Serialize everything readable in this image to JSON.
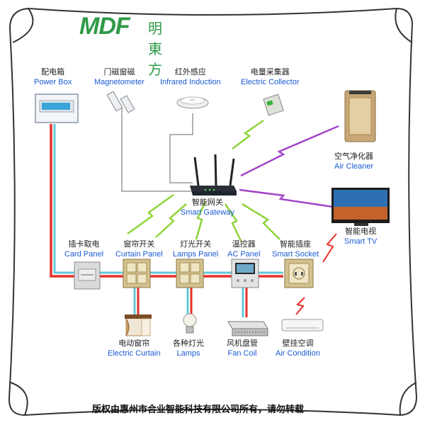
{
  "brand": {
    "logo_text": "MDF",
    "name_cn": "明東方"
  },
  "devices_top": [
    {
      "zh": "配电箱",
      "en": "Power Box"
    },
    {
      "zh": "门磁窗磁",
      "en": "Magnetometer"
    },
    {
      "zh": "红外感应",
      "en": "Infrared Induction"
    },
    {
      "zh": "电量采集器",
      "en": "Electric Collector"
    }
  ],
  "gateway": {
    "zh": "智能网关",
    "en": "Smart Gateway"
  },
  "air_cleaner": {
    "zh": "空气净化器",
    "en": "Air Cleaner"
  },
  "smart_tv": {
    "zh": "智能电视",
    "en": "Smart TV"
  },
  "panels": [
    {
      "zh": "插卡取电",
      "en": "Card Panel"
    },
    {
      "zh": "窗帘开关",
      "en": "Curtain Panel"
    },
    {
      "zh": "灯光开关",
      "en": "Lamps Panel"
    },
    {
      "zh": "温控器",
      "en": "AC Panel"
    },
    {
      "zh": "智能插座",
      "en": "Smart Socket"
    }
  ],
  "loads": [
    {
      "zh": "电动窗帘",
      "en": "Electric Curtain"
    },
    {
      "zh": "各种灯光",
      "en": "Lamps"
    },
    {
      "zh": "风机盘管",
      "en": "Fan Coil"
    },
    {
      "zh": "壁挂空调",
      "en": "Air Condition"
    }
  ],
  "copyright": "版权由惠州市合业智能科技有限公司所有，请勿转载",
  "colors": {
    "power_line": "#e8302a",
    "data_line": "#63c7d6",
    "wireless_green": "#8fd43a",
    "wireless_purple": "#a244c8",
    "label_blue": "#1a5bd6"
  }
}
